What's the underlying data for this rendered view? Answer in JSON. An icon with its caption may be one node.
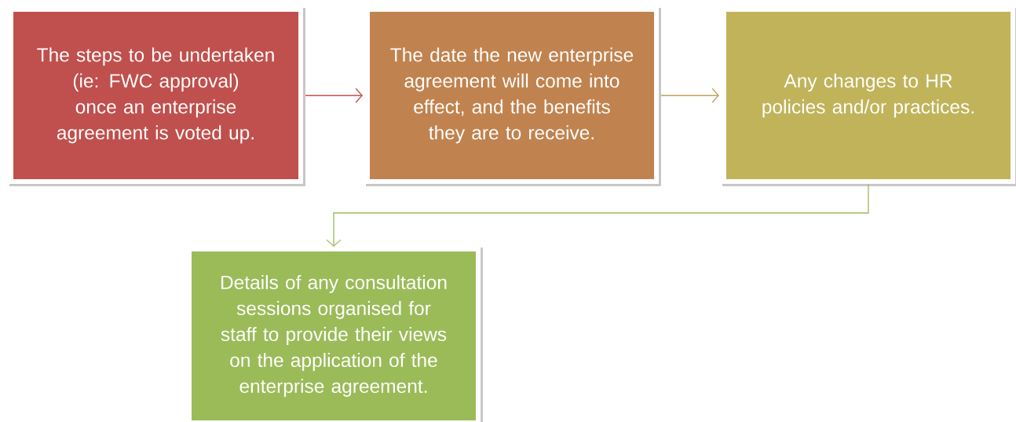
{
  "diagram": {
    "nodes": [
      {
        "text": [
          "The steps to be undertaken (ie: FWC approval) once an enterprise agreement is voted up."
        ]
      },
      {
        "text": [
          "The date the new enterprise agreement will come into effect, and the benefits they are to receive."
        ]
      },
      {
        "text": [
          "Any changes to HR policies and/or practices."
        ]
      },
      {
        "text": [
          "Details of any consultation sessions organised for staff to provide their views on the application of the enterprise agreement."
        ]
      }
    ],
    "edges": [
      {
        "from": 0,
        "to": 1,
        "arrow": "to",
        "color": "#c0504d"
      },
      {
        "from": 1,
        "to": 2,
        "arrow": "to",
        "color": "#c0a05a"
      },
      {
        "from": 2,
        "to": 3,
        "arrow": "to",
        "color": "#9bbb59"
      }
    ]
  }
}
